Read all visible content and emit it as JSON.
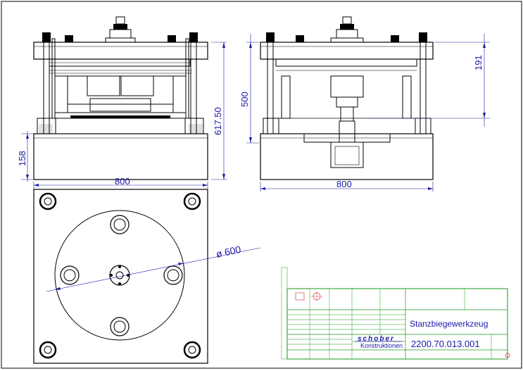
{
  "dimensions": {
    "front_height": "617.50",
    "front_base_height": "158",
    "front_width": "800",
    "side_height": "500",
    "side_top": "191",
    "side_width": "800",
    "diameter": "ø 600"
  },
  "title_block": {
    "drawing_title": "Stanzbiegewerkzeug",
    "drawing_number": "2200.70.013.001",
    "company_logo": "schober",
    "company_sub": "Konstruktionen"
  },
  "colors": {
    "outline": "#000000",
    "dimension": "#1a1aa8",
    "title_frame": "#1a9a1a"
  }
}
